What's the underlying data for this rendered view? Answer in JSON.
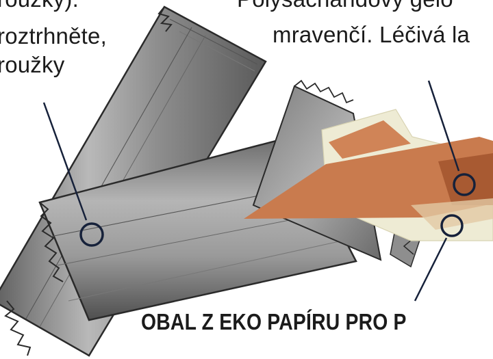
{
  "text_fragments": [
    {
      "id": "left-line-1",
      "text": "roužky)."
    },
    {
      "id": "left-line-2",
      "text": "roztrhněte,"
    },
    {
      "id": "left-line-3",
      "text": "roužky"
    },
    {
      "id": "right-line-1",
      "text": "Polysacharidový gelo"
    },
    {
      "id": "right-line-2",
      "text": "mravenčí. Léčivá la"
    }
  ],
  "caption": "OBAL Z EKO PAPÍRU PRO P",
  "colors": {
    "wrapper_gray": "#8c8c8c",
    "wrapper_dark": "#4a4a4a",
    "gel_orange": "#c97b4e",
    "gel_dark": "#8a4a2a",
    "paper_cream": "#eeebd4",
    "marker_navy": "#16213a"
  },
  "illustration": "sachet-packets"
}
